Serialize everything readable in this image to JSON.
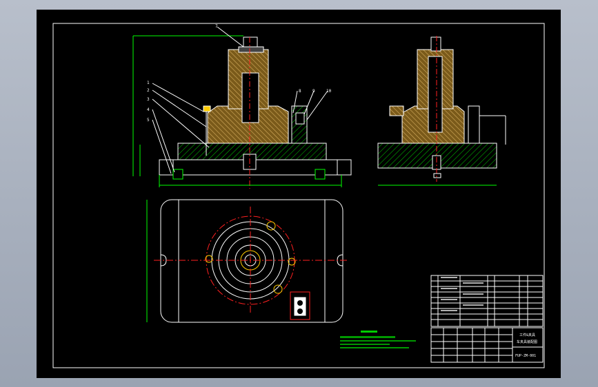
{
  "colors": {
    "background": "#a9b1bf",
    "sheet": "#000000",
    "line": "#ffffff",
    "hatch": "#00ff00",
    "section": "#c9a45a",
    "center": "#ff2020",
    "dimension": "#00ff00",
    "notes": "#00ff00",
    "border": "#ffffff"
  },
  "drawing": {
    "balloons": [
      "7",
      "1",
      "2",
      "3",
      "4",
      "5",
      "8",
      "9",
      "10"
    ],
    "title_block": {
      "part_name_line1": "工件&夹具",
      "part_name_line2": "车夹具装配图",
      "drawing_no": "FUP-ZM-001"
    }
  }
}
